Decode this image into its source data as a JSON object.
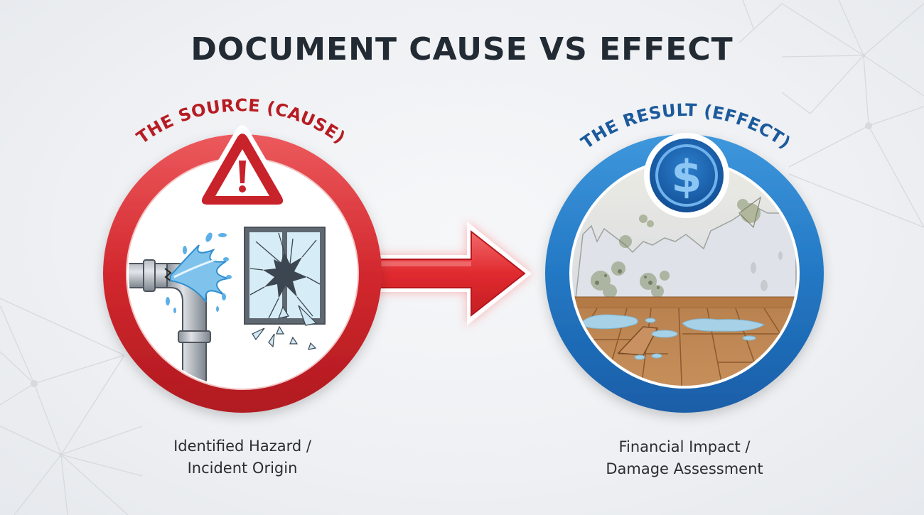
{
  "title": "DOCUMENT CAUSE VS EFFECT",
  "colors": {
    "cause_red": "#c8222a",
    "cause_red_light": "#e8494e",
    "effect_blue": "#1f6fb8",
    "effect_blue_light": "#3a8fd6",
    "title_dark": "#222a33",
    "background": "#eef0f3"
  },
  "cause": {
    "heading": "THE SOURCE (CAUSE)",
    "badge_icon": "warning-triangle-icon",
    "illustrations": [
      "burst-pipe",
      "broken-window"
    ],
    "caption_line1": "Identified Hazard /",
    "caption_line2": "Incident Origin"
  },
  "connector": {
    "icon": "arrow-right-icon"
  },
  "effect": {
    "heading": "THE RESULT (EFFECT)",
    "badge_icon": "dollar-coin-icon",
    "badge_symbol": "$",
    "illustrations": [
      "moldy-peeling-wall",
      "water-damaged-floor"
    ],
    "caption_line1": "Financial Impact /",
    "caption_line2": "Damage Assessment"
  }
}
